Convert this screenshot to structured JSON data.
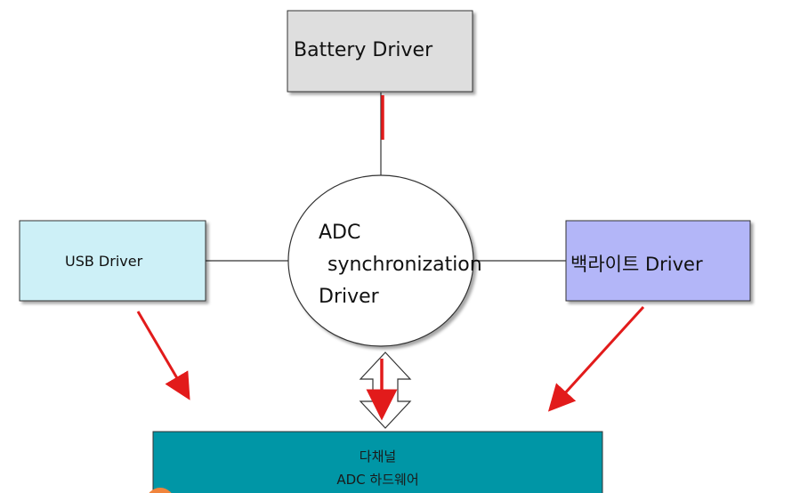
{
  "nodes": {
    "battery": {
      "label": "Battery Driver",
      "fill": "#dedede"
    },
    "usb": {
      "label": "USB Driver",
      "fill": "#cdf0f7"
    },
    "backlight": {
      "label": "백라이트 Driver",
      "fill": "#b3b6f8"
    },
    "adc_sync": {
      "line1": "ADC",
      "line2": "synchronization",
      "line3": "Driver",
      "fill": "#ffffff"
    },
    "adc_hw": {
      "line1": "다채널",
      "line2": "ADC 하드웨어",
      "fill": "#0096a6"
    }
  },
  "colors": {
    "arrow_red": "#e21b1b",
    "connector_line": "#333333",
    "box_border": "#333333"
  }
}
